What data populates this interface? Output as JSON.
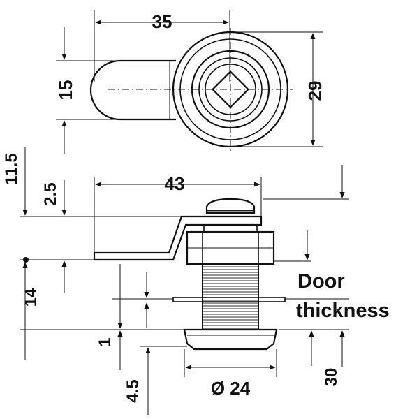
{
  "diagram": {
    "top_view": {
      "width_dim": "35",
      "cam_height_dim": "15",
      "flange_dim": "29"
    },
    "side_view": {
      "dim_11_5": "11.5",
      "dim_2_5": "2.5",
      "cam_length_dim": "43",
      "dim_14": "14",
      "dim_1": "1",
      "dim_4_5": "4.5",
      "diameter_dim": "Ø 24",
      "dim_30": "30",
      "door_label_line1": "Door",
      "door_label_line2": "thickness"
    }
  },
  "colors": {
    "ink": "#111111",
    "fill_light": "#ffffff",
    "fill_gray": "#d8d8d8"
  }
}
